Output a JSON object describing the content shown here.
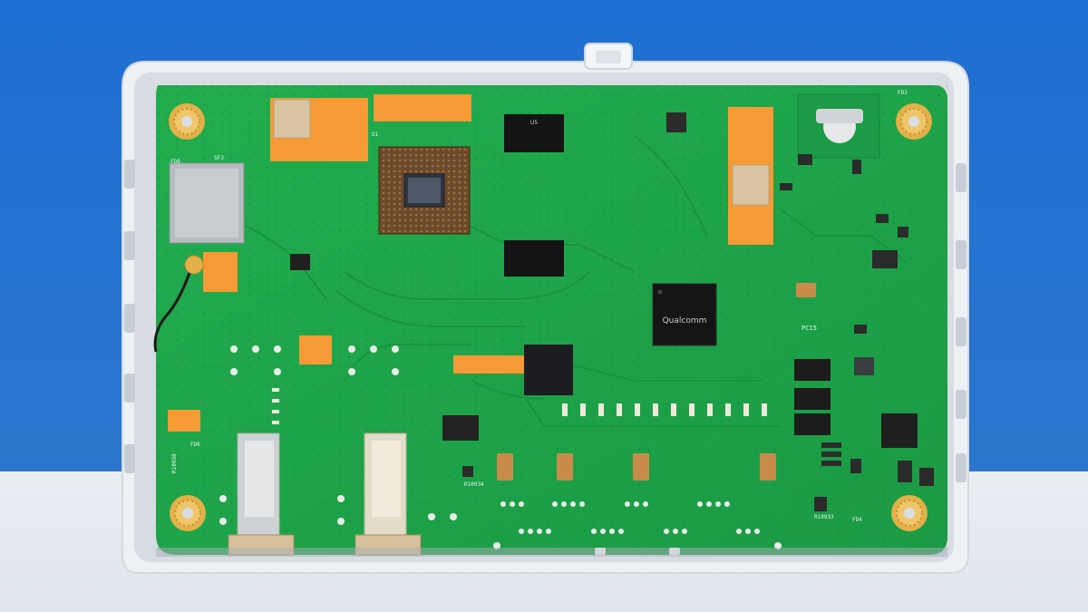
{
  "scene": {
    "colors": {
      "background": "#1f6fd0",
      "enclosure": "#f2f4f6",
      "pcb": "#1fa64a",
      "pcb_dark": "#188a3c",
      "copper_tape": "#f59a34",
      "chip": "#141414",
      "shield": "#b9bcbf",
      "gold": "#e3b04a"
    }
  },
  "labels": {
    "soc_brand": "Qualcomm",
    "ref_r10934": "R10934",
    "ref_r10933": "R10933",
    "ref_r10938": "R10938",
    "ref_pc15": "PC15",
    "ref_sf3": "SF3",
    "ref_fd8": "FD8",
    "ref_fd2": "FD2",
    "ref_fd4": "FD4",
    "ref_fd6": "FD6",
    "ref_u1": "U1",
    "ref_u5": "U5"
  }
}
